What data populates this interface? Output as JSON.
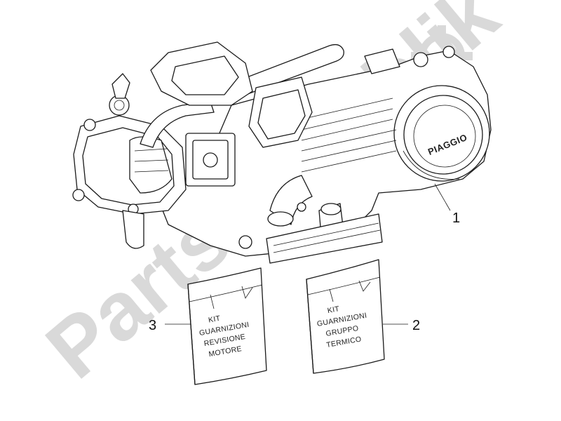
{
  "watermark": {
    "text": "PartsRepublik",
    "color": "#d9d9d9"
  },
  "engine": {
    "cover_logo": "PIAGGIO",
    "callout_number": "1"
  },
  "kits": [
    {
      "callout_number": "3",
      "lines": [
        "KIT",
        "GUARNIZIONI",
        "REVISIONE",
        "MOTORE"
      ]
    },
    {
      "callout_number": "2",
      "lines": [
        "KIT",
        "GUARNIZIONI",
        "GRUPPO",
        "TERMICO"
      ]
    }
  ]
}
